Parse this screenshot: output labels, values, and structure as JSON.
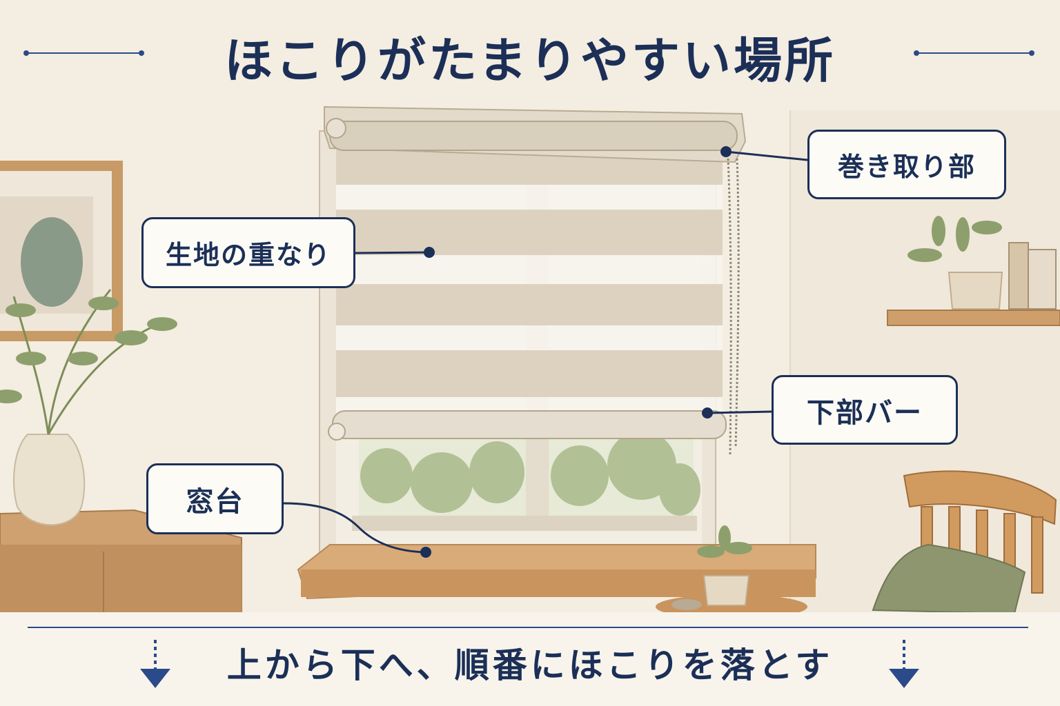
{
  "title": "ほこりがたまりやすい場所",
  "labels": {
    "roller": "巻き取り部",
    "fabric": "生地の重なり",
    "bottom_bar": "下部バー",
    "sill": "窓台"
  },
  "footer": {
    "text": "上から下へ、順番にほこりを落とす",
    "left_icon": "arrow-down-icon",
    "right_icon": "arrow-down-icon"
  },
  "colors": {
    "navy": "#1b2f57",
    "background": "#f6f0e6",
    "blind_fabric": "#ddd2c0",
    "wood": "#d2a676",
    "foliage": "#8d9f6c"
  }
}
